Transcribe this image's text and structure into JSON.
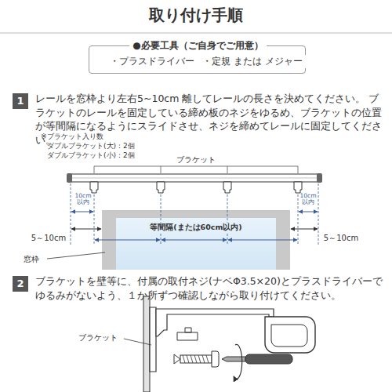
{
  "diagram": {
    "title": "取り付け手順",
    "nodes": [
      {
        "text": [
          "●必要工具（ご自身でご用意）",
          "・プラスドライバー",
          "・定規 または メジャー"
        ]
      },
      {
        "text": [
          "1"
        ]
      },
      {
        "text": [
          "2"
        ]
      }
    ],
    "labels": [
      "レールを窓枠より左右5~10cm 離してレールの長さを決めてください。 ブラケットのレールを固定している締め板のネジをゆるめ、ブラケットの位置が等間隔になるようにスライドさせ、ネジを締めてレールに固定してください。",
      "※ブラケット入り数",
      "ダブルブラケット(大)：2個",
      "ダブルブラケット(小)：2個",
      "ブラケット",
      "10cm 以内",
      "10cm 以内",
      "等間隔(または60cm以内)",
      "5～10cm",
      "5～10cm",
      "窓枠",
      "ブラケットを壁等に、付属の取付ネジ(ナベΦ3.5×20)とプラスドライバーでゆるみがないよう、１か所ずつ確認しながら取り付けてください。",
      "ブラケット"
    ]
  }
}
